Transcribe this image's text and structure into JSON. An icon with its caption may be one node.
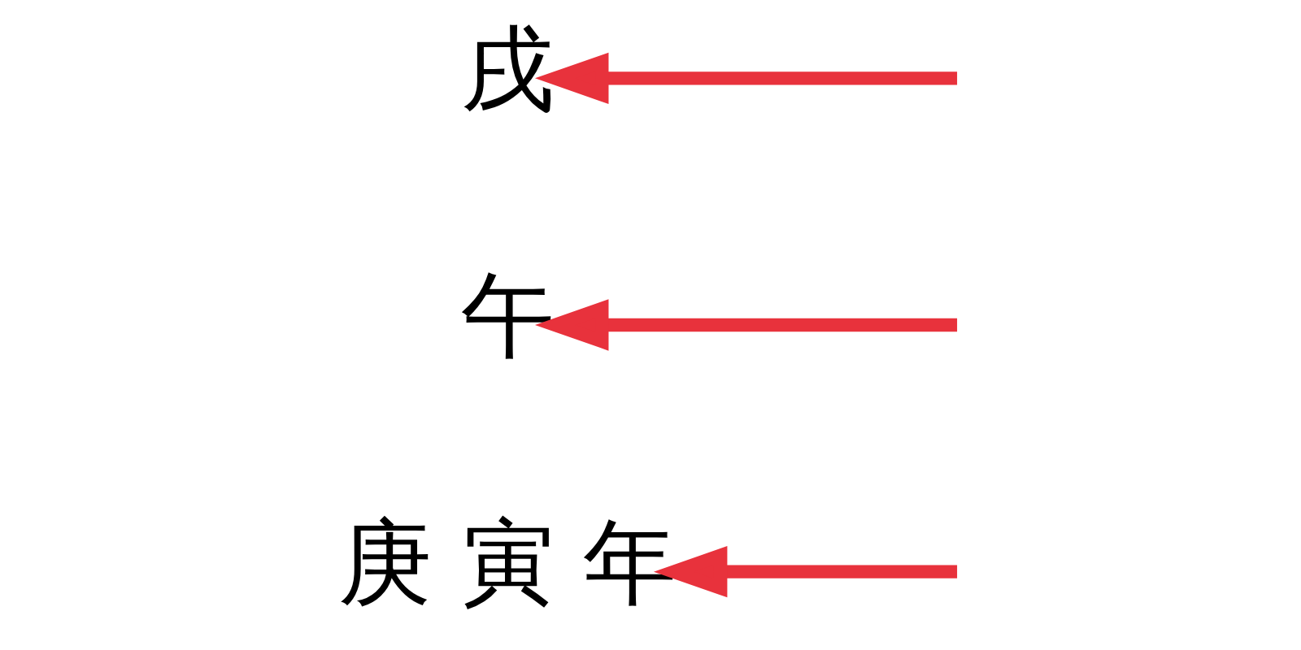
{
  "diagram": {
    "nodes": [
      {
        "text": [
          "庚 寅 年"
        ]
      },
      {
        "text": [
          "午"
        ]
      },
      {
        "text": [
          "戌"
        ]
      }
    ],
    "edges": [
      {
        "from": null,
        "to": 0,
        "arrow": "to"
      },
      {
        "from": null,
        "to": 1,
        "arrow": "to"
      },
      {
        "from": null,
        "to": 2,
        "arrow": "to"
      }
    ]
  }
}
